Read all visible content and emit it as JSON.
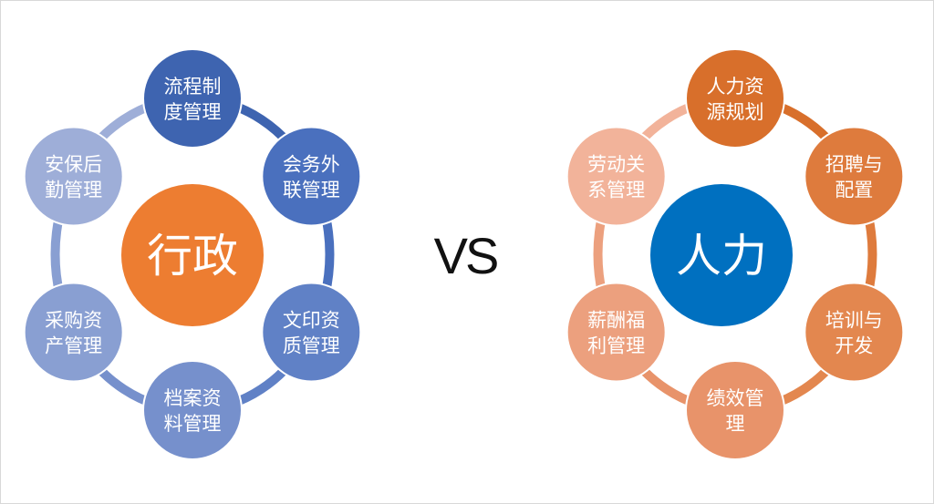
{
  "vs_label": "VS",
  "left": {
    "center": {
      "label": "行政",
      "color": "#ED7D31"
    },
    "nodes": [
      {
        "lines": [
          "流程制",
          "度管理"
        ],
        "color": "#3E64B0"
      },
      {
        "lines": [
          "会务外",
          "联管理"
        ],
        "color": "#4A70BE"
      },
      {
        "lines": [
          "文印资",
          "质管理"
        ],
        "color": "#6081C6"
      },
      {
        "lines": [
          "档案资",
          "料管理"
        ],
        "color": "#7690CC"
      },
      {
        "lines": [
          "采购资",
          "产管理"
        ],
        "color": "#899FD2"
      },
      {
        "lines": [
          "安保后",
          "勤管理"
        ],
        "color": "#9EAED8"
      }
    ]
  },
  "right": {
    "center": {
      "label": "人力",
      "color": "#0070C0"
    },
    "nodes": [
      {
        "lines": [
          "人力资",
          "源规划"
        ],
        "color": "#D86F2B"
      },
      {
        "lines": [
          "招聘与",
          "配置"
        ],
        "color": "#DE7B3D"
      },
      {
        "lines": [
          "培训与",
          "开发"
        ],
        "color": "#E3874F"
      },
      {
        "lines": [
          "绩效管",
          "理"
        ],
        "color": "#E8936A"
      },
      {
        "lines": [
          "薪酬福",
          "利管理"
        ],
        "color": "#ECA07E"
      },
      {
        "lines": [
          "劳动关",
          "系管理"
        ],
        "color": "#F2B39A"
      }
    ]
  }
}
